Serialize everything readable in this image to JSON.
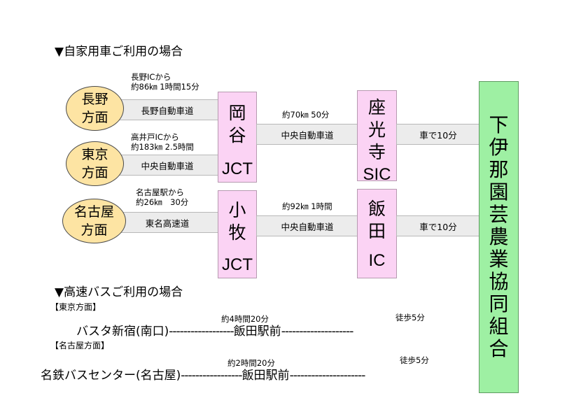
{
  "car_section": {
    "heading": "▼自家用車ご利用の場合"
  },
  "origins": [
    {
      "line1": "長野",
      "line2": "方面"
    },
    {
      "line1": "東京",
      "line2": "方面"
    },
    {
      "line1": "名古屋",
      "line2": "方面"
    }
  ],
  "routes": [
    {
      "info1": "長野ICから",
      "info2": "約86㎞ 1時間15分",
      "road": "長野自動車道"
    },
    {
      "info1": "高井戸ICから",
      "info2": "約183㎞ 2.5時間",
      "road": "中央自動車道"
    },
    {
      "info1": "名古屋駅から",
      "info2": "約26㎞　30分",
      "road": "東名高速道"
    }
  ],
  "jct_upper": {
    "kanji1": "岡",
    "kanji2": "谷",
    "latin": "JCT"
  },
  "jct_lower": {
    "kanji1": "小",
    "kanji2": "牧",
    "latin": "JCT"
  },
  "mid_upper": {
    "info": "約70㎞ 50分",
    "road": "中央自動車道"
  },
  "mid_lower": {
    "info": "約92㎞ 1時間",
    "road": "中央自動車道"
  },
  "ic_upper": {
    "kanji1": "座",
    "kanji2": "光",
    "kanji3": "寺",
    "latin": "SIC"
  },
  "ic_lower": {
    "kanji1": "飯",
    "kanji2": "田",
    "latin": "IC"
  },
  "final_upper": {
    "road": "車で10分"
  },
  "final_lower": {
    "road": "車で10分"
  },
  "destination": {
    "chars": [
      "下",
      "伊",
      "那",
      "園",
      "芸",
      "農",
      "業",
      "協",
      "同",
      "組",
      "合"
    ]
  },
  "bus_section": {
    "heading": "▼高速バスご利用の場合",
    "tokyo": {
      "label": "【東京方面】",
      "from": "バスタ新宿(南口)",
      "dashes1": "------------------",
      "time": "約4時間20分",
      "stop": "飯田駅前",
      "dashes2": "--------------------",
      "walk": "徒歩5分"
    },
    "nagoya": {
      "label": "【名古屋方面】",
      "from": "名鉄バスセンター(名古屋)",
      "dashes1": "-----------------",
      "time": "約2時間20分",
      "stop": "飯田駅前",
      "dashes2": "---------------------",
      "walk": "徒歩5分"
    }
  },
  "colors": {
    "origin_fill": "#fde4a3",
    "jct_fill": "#fbd3f4",
    "dest_fill": "#9ef0a3",
    "road_fill": "#ececec"
  }
}
